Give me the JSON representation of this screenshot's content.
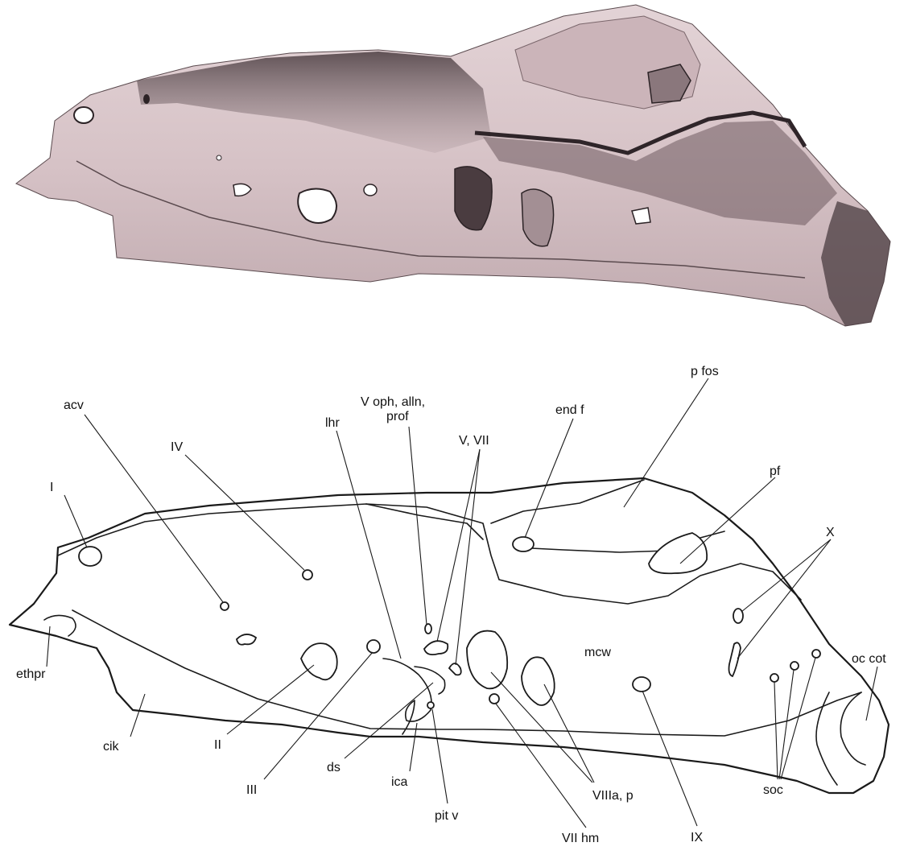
{
  "figure": {
    "render_colors": {
      "bone": "#d9c6c9",
      "bone_shadow": "#6e5c60",
      "bone_dark": "#3d3236",
      "line": "#1a1a1a",
      "background": "#ffffff"
    },
    "drawing_labels": {
      "I": "I",
      "acv": "acv",
      "IV": "IV",
      "lhr": "lhr",
      "v_oph_line1": "V oph, alln,",
      "v_oph_line2": "prof",
      "v_vii": "V, VII",
      "end_f": "end f",
      "p_fos": "p fos",
      "pf": "pf",
      "X": "X",
      "mcw": "mcw",
      "oc_cot": "oc cot",
      "ethpr": "ethpr",
      "cik": "cik",
      "II": "II",
      "III": "III",
      "ds": "ds",
      "ica": "ica",
      "pit_v": "pit v",
      "VIIIa_p": "VIIIa, p",
      "VII_hm": "VII hm",
      "IX": "IX",
      "soc": "soc"
    }
  }
}
